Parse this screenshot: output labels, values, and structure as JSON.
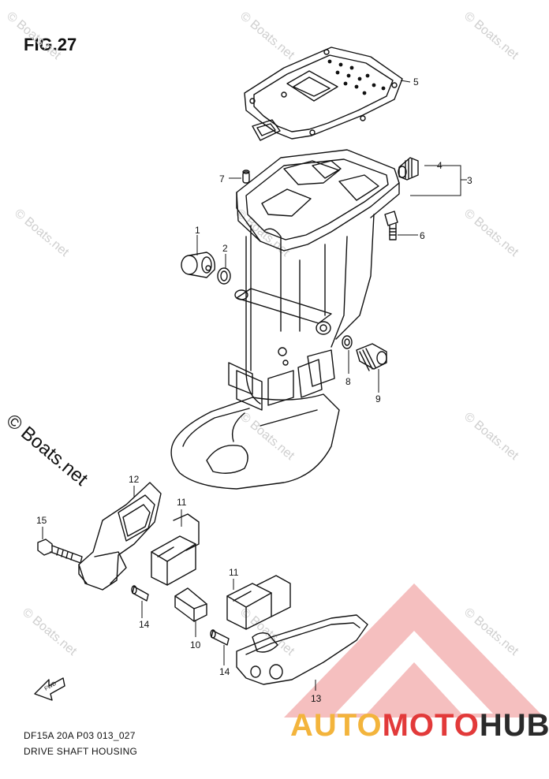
{
  "figure_label": "FIG.27",
  "watermark_text": "© Boats.net",
  "watermark_large": "© Boats.net",
  "caption": {
    "code": "DF15A 20A P03 013_027",
    "title": "DRIVE SHAFT HOUSING"
  },
  "fwd_label": "FWD",
  "brand": {
    "part1": "AUTO",
    "part2": "MOTO",
    "part3": "HUB"
  },
  "colors": {
    "line": "#111111",
    "watermark": "#cfcfcf",
    "brand_yellow": "#f3b43c",
    "brand_red": "#e23a3a",
    "brand_dark": "#2a2a2a"
  },
  "callouts": [
    "1",
    "2",
    "3",
    "4",
    "5",
    "6",
    "7",
    "8",
    "9",
    "10",
    "11",
    "11",
    "12",
    "13",
    "14",
    "14",
    "15"
  ]
}
